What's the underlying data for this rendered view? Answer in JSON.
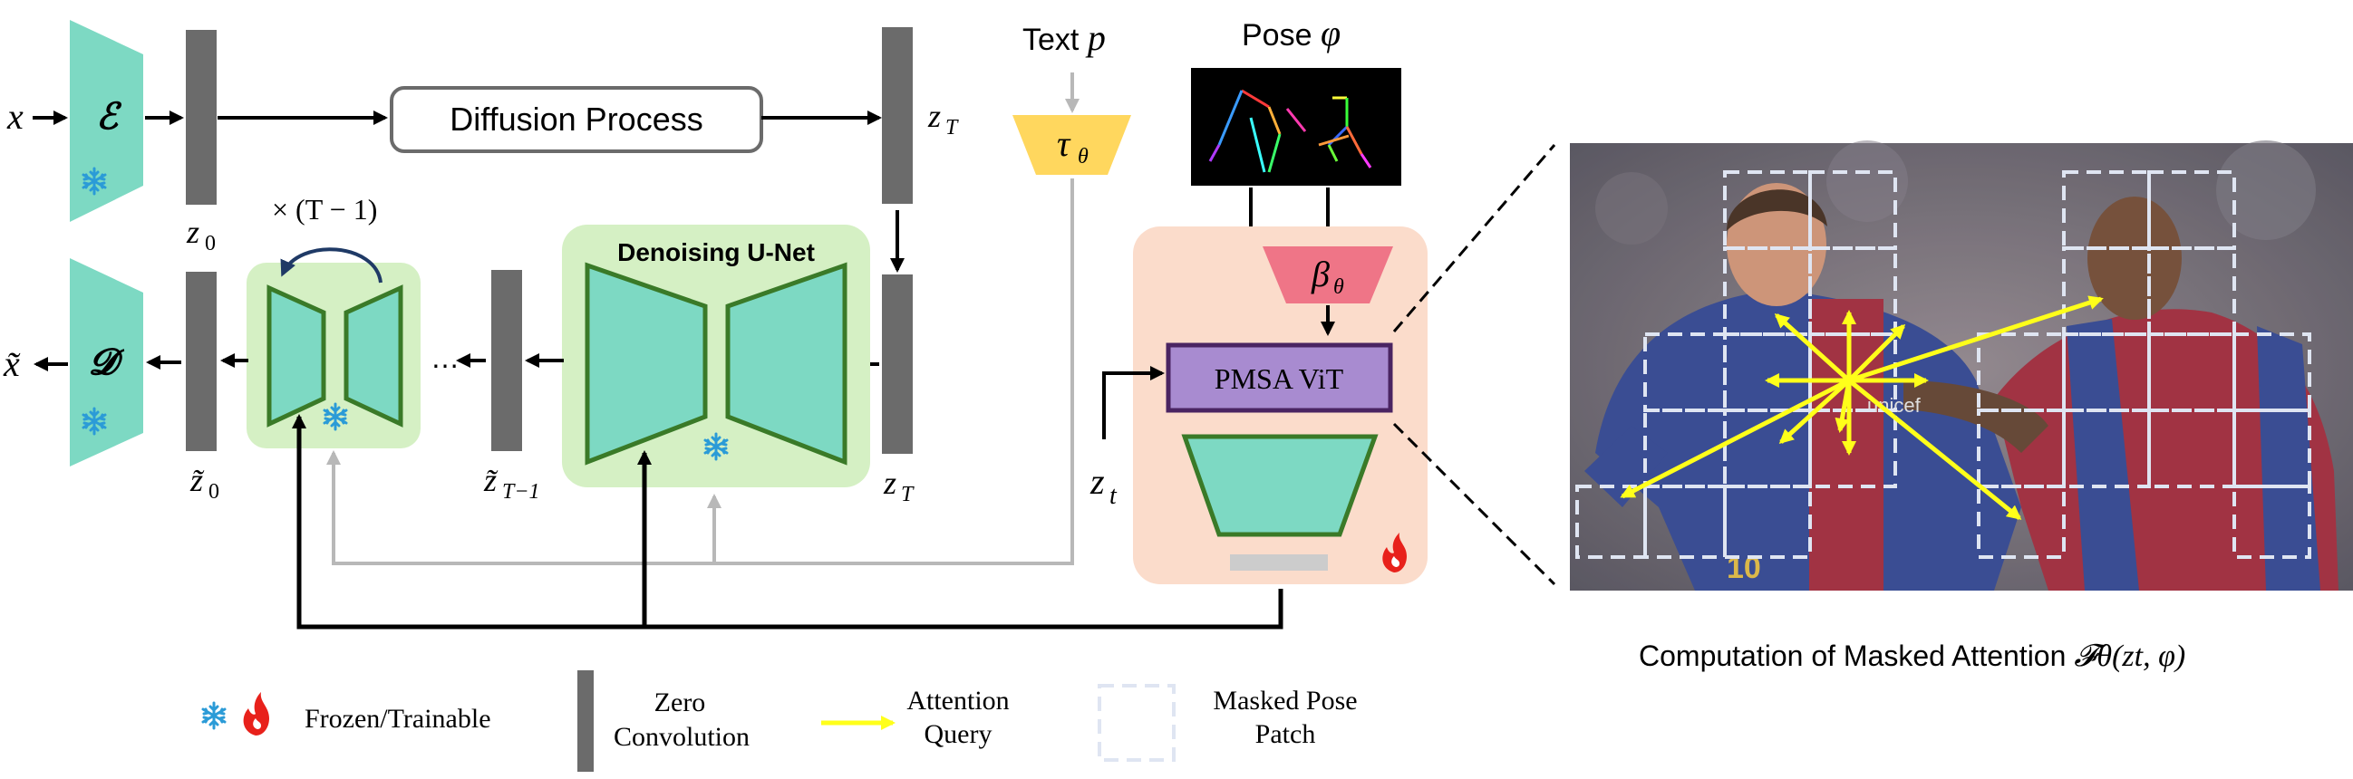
{
  "diagram": {
    "input_x": "x",
    "output_x": "x̃",
    "encoder": "ℰ",
    "decoder": "𝓓",
    "z0": "z",
    "z0_sub": "0",
    "zT": "z",
    "zT_sub": "T",
    "zT_bottom": "z",
    "zT_bottom_sub": "T",
    "z0_tilde": "z̃",
    "z0_tilde_sub": "0",
    "zT1_tilde": "z̃",
    "zT1_tilde_sub": "T−1",
    "zt": "z",
    "zt_sub": "t",
    "diffusion_process": "Diffusion Process",
    "text_label": "Text ",
    "text_var": "p",
    "pose_label": "Pose ",
    "pose_var": "φ",
    "tau": "τ",
    "tau_sub": "θ",
    "beta": "β",
    "beta_sub": "θ",
    "denoising_unet": "Denoising U-Net",
    "repeat_label": "× (T  − 1)",
    "ellipsis": "…",
    "pmsa_vit": "PMSA ViT",
    "caption_prefix": "Computation of Masked Attention ",
    "caption_math": "𝓕θ(zt, φ)"
  },
  "legend": {
    "frozen_trainable": "Frozen/Trainable",
    "zero_conv_line1": "Zero",
    "zero_conv_line2": "Convolution",
    "attention_line1": "Attention",
    "attention_line2": "Query",
    "masked_line1": "Masked Pose",
    "masked_line2": "Patch"
  },
  "colors": {
    "teal": "#7dd9c3",
    "green_border": "#3a7a28",
    "green_bg": "#d5f0c4",
    "peach_bg": "#fbdccb",
    "purple": "#a88bd0",
    "purple_border": "#4a2462",
    "yellow": "#ffd75e",
    "pink": "#ef7587",
    "gray_bar": "#6b6b6b",
    "arrow_yellow": "#ffff1a",
    "snow_blue": "#2b9bd7",
    "flame_red": "#e8211b"
  }
}
